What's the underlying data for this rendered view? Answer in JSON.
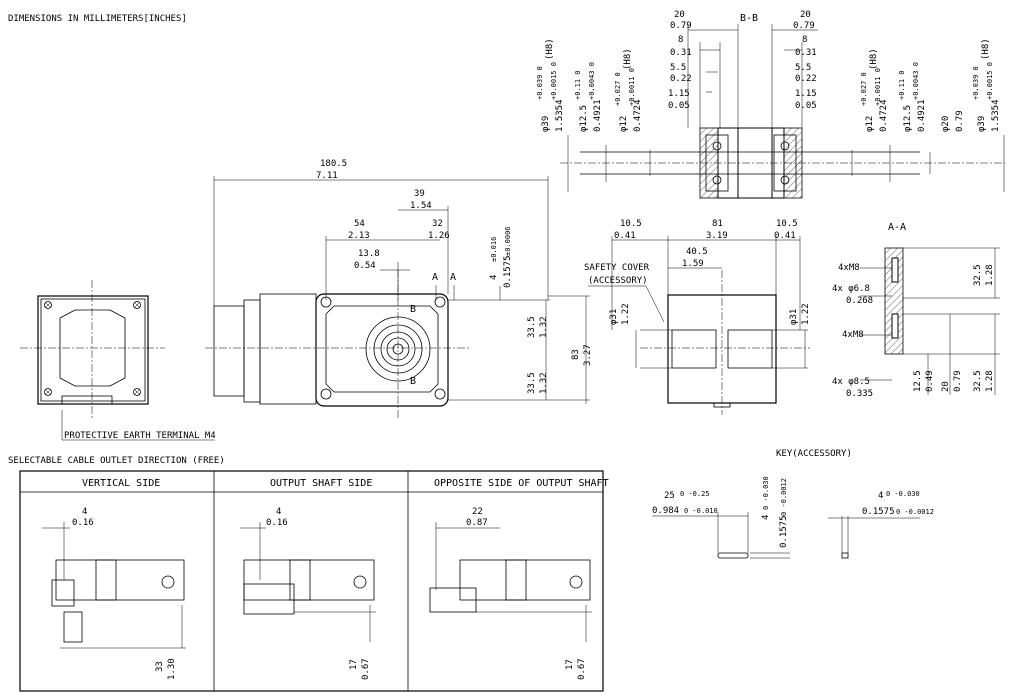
{
  "header": {
    "title": "DIMENSIONS IN MILLIMETERS[INCHES]"
  },
  "section_bb": {
    "title": "B-B"
  },
  "section_aa": {
    "title": "A-A"
  },
  "bb_dims": {
    "left20": "20",
    "left20in": "0.79",
    "left8": "8",
    "left8in": "0.31",
    "left55": "5.5",
    "left55in": "0.22",
    "left115": "1.15",
    "left115in": "0.05",
    "right20": "20",
    "right20in": "0.79",
    "right8": "8",
    "right8in": "0.31",
    "right55": "5.5",
    "right55in": "0.22",
    "right115": "1.15",
    "right115in": "0.05",
    "d39": "φ39",
    "d39in": "1.5354",
    "d39tol": "+0.039 0",
    "d39tolin": "+0.0015 0",
    "h8": "(H8)",
    "d125": "φ12.5",
    "d125in": "0.4921",
    "d125tol": "+0.11 0",
    "d125tolin": "+0.0043 0",
    "d12": "φ12",
    "d12in": "0.4724",
    "d12tol": "+0.027 0",
    "d12tolin": "+0.0011 0",
    "d20": "φ20",
    "d20in": "0.79"
  },
  "main_dims": {
    "d1805": "180.5",
    "d1805in": "7.11",
    "d39": "39",
    "d39in": "1.54",
    "d54": "54",
    "d54in": "2.13",
    "d32": "32",
    "d32in": "1.26",
    "d138": "13.8",
    "d138in": "0.54",
    "d4": "4",
    "d4tol": "±0.016",
    "d4in": "0.1575",
    "d4intol": "±0.0006",
    "d335a": "33.5",
    "d335ain": "1.32",
    "d335b": "33.5",
    "d335bin": "1.32",
    "d83": "83",
    "d83in": "3.27",
    "labelA": "A",
    "labelB": "B"
  },
  "side_dims": {
    "d105l": "10.5",
    "d105lin": "0.41",
    "d81": "81",
    "d81in": "3.19",
    "d105r": "10.5",
    "d105rin": "0.41",
    "d405": "40.5",
    "d405in": "1.59",
    "d31l": "φ31",
    "d31lin": "1.22",
    "d31r": "φ31",
    "d31rin": "1.22",
    "safety1": "SAFETY COVER",
    "safety2": "(ACCESSORY)"
  },
  "aa_dims": {
    "m8a": "4xM8",
    "m8b": "4xM8",
    "d68": "4x φ6.8",
    "d68in": "0.268",
    "d85": "4x φ8.5",
    "d85in": "0.335",
    "d325a": "32.5",
    "d325ain": "1.28",
    "d125": "12.5",
    "d125in": "0.49",
    "d20": "20",
    "d20in": "0.79",
    "d325b": "32.5",
    "d325bin": "1.28"
  },
  "earth": {
    "label": "PROTECTIVE EARTH TERMINAL M4"
  },
  "cable": {
    "title": "SELECTABLE CABLE OUTLET DIRECTION (FREE)",
    "col1": "VERTICAL SIDE",
    "col2": "OUTPUT SHAFT SIDE",
    "col3": "OPPOSITE SIDE OF OUTPUT SHAFT",
    "c1top": "4",
    "c1topin": "0.16",
    "c1bot": "33",
    "c1botin": "1.30",
    "c2top": "4",
    "c2topin": "0.16",
    "c2bot": "17",
    "c2botin": "0.67",
    "c3top": "22",
    "c3topin": "0.87",
    "c3bot": "17",
    "c3botin": "0.67"
  },
  "key": {
    "title": "KEY(ACCESSORY)",
    "l25": "25",
    "l25tol": "0 -0.25",
    "l25in": "0.984",
    "l25intol": "0 -0.010",
    "h4": "4",
    "h4tol": "0 -0.030",
    "h4in": "0.1575",
    "h4intol": "0 -0.0012",
    "w4": "4",
    "w4tol": "0 -0.030",
    "w4in": "0.1575",
    "w4intol": "0 -0.0012"
  }
}
